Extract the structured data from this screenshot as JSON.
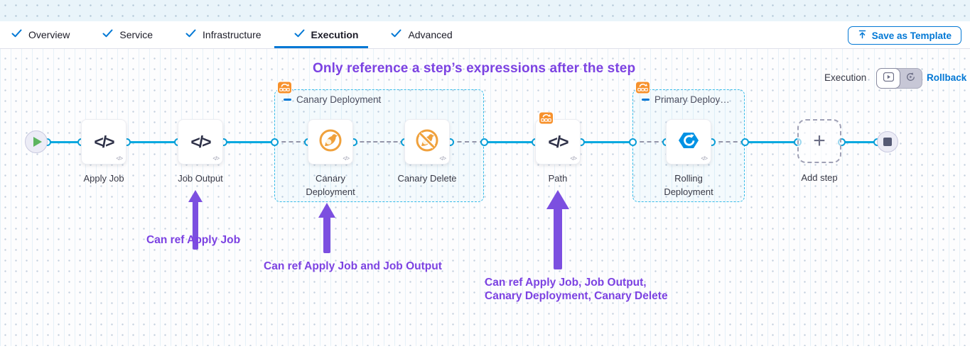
{
  "tabs": [
    {
      "label": "Overview",
      "active": false
    },
    {
      "label": "Service",
      "active": false
    },
    {
      "label": "Infrastructure",
      "active": false
    },
    {
      "label": "Execution",
      "active": true
    },
    {
      "label": "Advanced",
      "active": false
    }
  ],
  "header": {
    "save_as_template": "Save as Template"
  },
  "canvas": {
    "heading": "Only reference a step’s expressions after the step",
    "controls": {
      "execution_label": "Execution",
      "rollback_label": "Rollback"
    },
    "groups": {
      "canary": "Canary Deployment",
      "primary": "Primary Deploy…"
    },
    "nodes": {
      "apply_job": "Apply Job",
      "job_output": "Job Output",
      "canary_deployment": "Canary Deployment",
      "canary_delete": "Canary Delete",
      "path": "Path",
      "rolling_deployment": "Rolling Deployment",
      "add_step": "Add step"
    },
    "annotations": {
      "a1": "Can ref Apply Job",
      "a2": "Can ref Apply Job and Job Output",
      "a3": "Can ref Apply Job, Job Output,\nCanary Deployment, Canary Delete"
    },
    "icons": {
      "start": "play-icon",
      "end": "stop-icon",
      "step_group_badge": "step-group-rollback-icon",
      "canary": "canary-bird-icon",
      "canary_delete": "canary-bird-delete-icon",
      "rolling": "rolling-deployment-icon",
      "code": "code-step-icon"
    },
    "colors": {
      "accent_blue": "#0278d5",
      "connector_blue": "#0aa9e0",
      "annotation_purple": "#7c42e2",
      "badge_orange": "#f7912c",
      "canary_orange": "#f0a13c",
      "rolling_blue": "#0092e4"
    }
  }
}
